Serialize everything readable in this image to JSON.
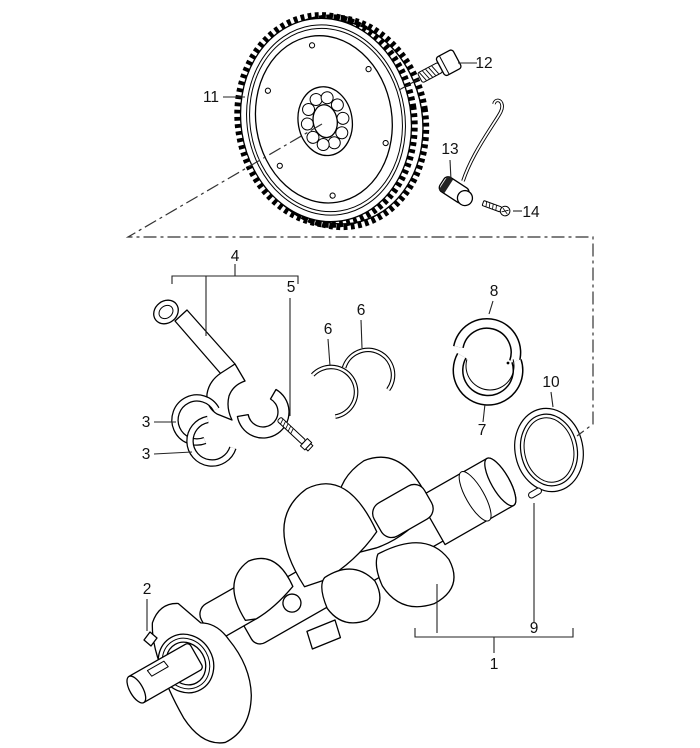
{
  "diagram": {
    "background": "#ffffff",
    "line_color": "#000000",
    "labels": {
      "n1": "1",
      "n2": "2",
      "n3": "3",
      "n4": "4",
      "n5": "5",
      "n6": "6",
      "n7": "7",
      "n8": "8",
      "n9": "9",
      "n10": "10",
      "n11": "11",
      "n12": "12",
      "n13": "13",
      "n14": "14"
    }
  }
}
